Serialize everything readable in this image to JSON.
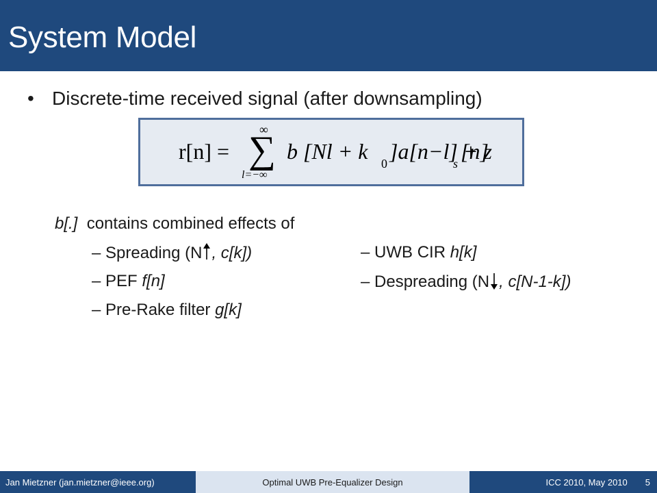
{
  "title": "System Model",
  "bullet": {
    "marker": "•",
    "text": "Discrete-time received signal (after downsampling)"
  },
  "equation": {
    "lhs": "r[n] =",
    "sum_top": "∞",
    "sum_symbol": "∑",
    "sum_bottom": "l=−∞",
    "term1": "b [Nl + k",
    "term1_sub": "0",
    "term1_end": "]a[n−l] + z",
    "term2_sub": "s",
    "term2_end": "[n]"
  },
  "content": {
    "intro_var": "b[.]",
    "intro_text": "contains combined effects of",
    "items_left": [
      {
        "dash": "–",
        "label": "Spreading (N",
        "rest": ", c[k])"
      },
      {
        "dash": "–",
        "label": "PEF ",
        "var": "f[n]"
      },
      {
        "dash": "–",
        "label": "Pre-Rake filter ",
        "var": "g[k]"
      }
    ],
    "items_right": [
      {
        "dash": "–",
        "label": "UWB CIR ",
        "var": "h[k]"
      },
      {
        "dash": "–",
        "label": "Despreading (N",
        "rest": ", c[N-1-k])"
      }
    ]
  },
  "footer": {
    "author": "Jan Mietzner (jan.mietzner@ieee.org)",
    "talk_title": "Optimal UWB Pre-Equalizer Design",
    "venue": "ICC 2010, May 2010",
    "page": "5"
  },
  "colors": {
    "primary": "#1f497d",
    "footer_mid": "#dbe4f0",
    "eq_box_fill": "#e6ebf2",
    "eq_box_border": "#4f6e9c"
  }
}
